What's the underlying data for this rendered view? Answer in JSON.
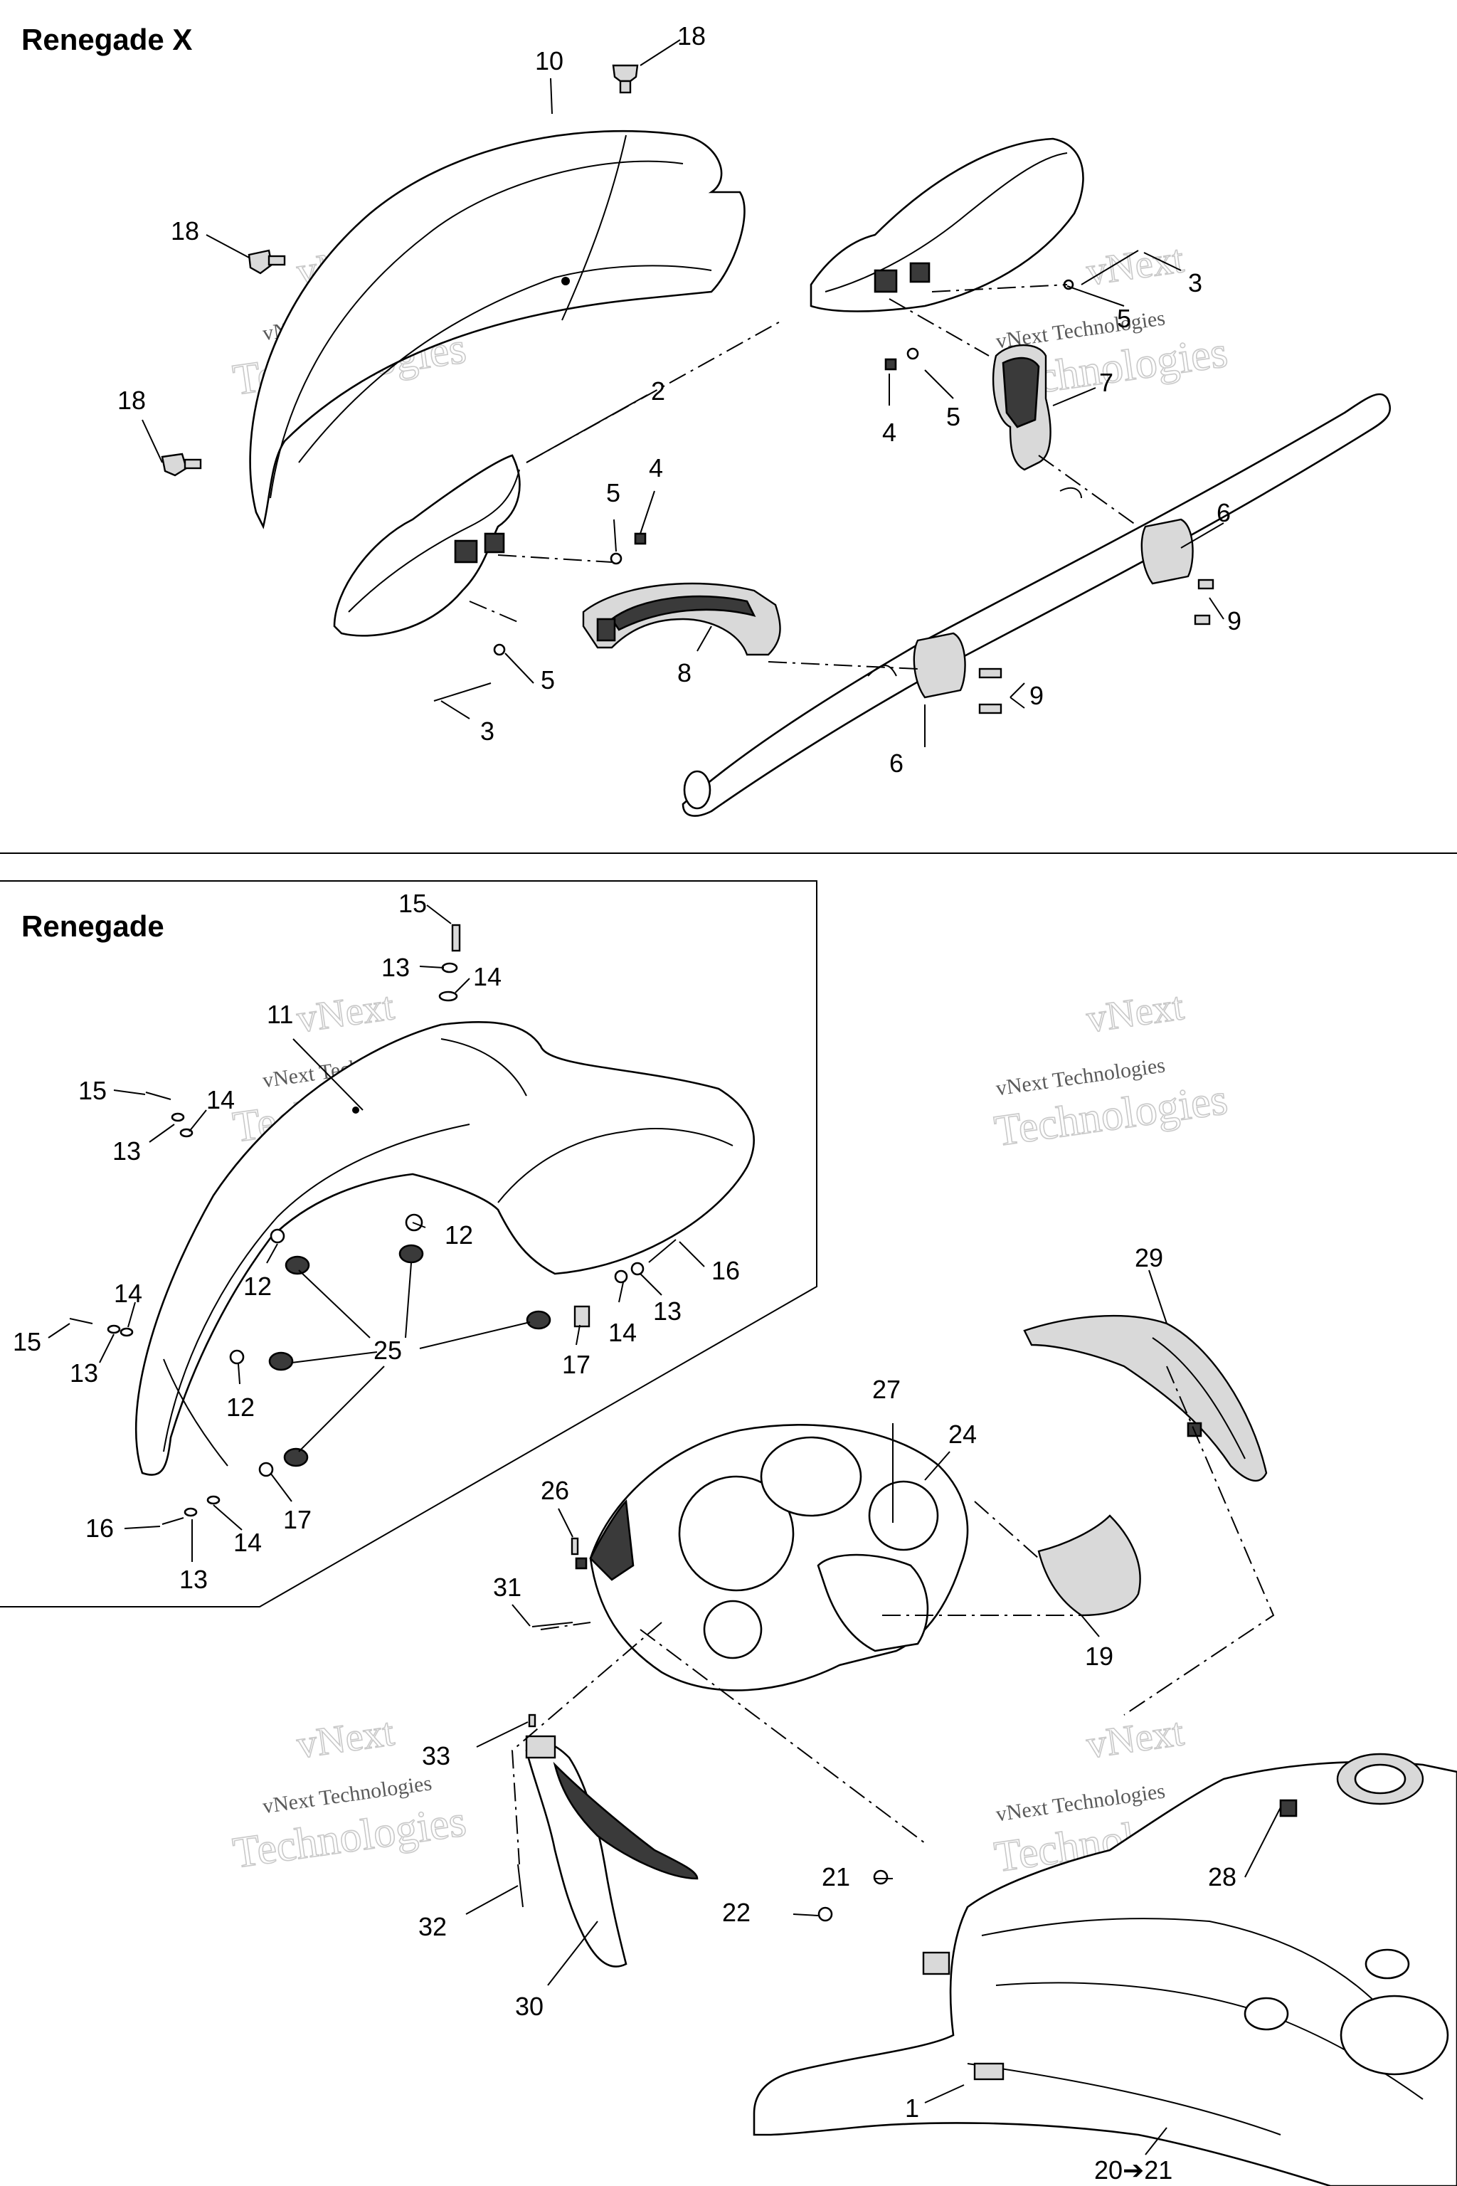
{
  "sections": {
    "renegade_x": {
      "title": "Renegade X"
    },
    "renegade": {
      "title": "Renegade"
    }
  },
  "watermark": {
    "line1": "vNext Technologies",
    "line2": "vNext",
    "line3": "Technologies"
  },
  "callouts": {
    "c18a": "18",
    "c10": "10",
    "c18b": "18",
    "c18c": "18",
    "c2": "2",
    "c3a": "3",
    "c5a": "5",
    "c7": "7",
    "c5b": "5",
    "c4a": "4",
    "c5c": "5",
    "c4b": "4",
    "c6a": "6",
    "c9a": "9",
    "c8": "8",
    "c5d": "5",
    "c3b": "3",
    "c9b": "9",
    "c6b": "6",
    "c15a": "15",
    "c13a": "13",
    "c14a": "14",
    "c11": "11",
    "c15b": "15",
    "c14b": "14",
    "c13b": "13",
    "c12a": "12",
    "c12b": "12",
    "c16a": "16",
    "c13c": "13",
    "c14c": "14",
    "c25": "25",
    "c14d": "14",
    "c15c": "15",
    "c13d": "13",
    "c17a": "17",
    "c12c": "12",
    "c17b": "17",
    "c16b": "16",
    "c14e": "14",
    "c13e": "13",
    "c29": "29",
    "c27": "27",
    "c24": "24",
    "c26": "26",
    "c31": "31",
    "c19": "19",
    "c33": "33",
    "c32": "32",
    "c30": "30",
    "c21": "21",
    "c22": "22",
    "c28": "28",
    "c1": "1",
    "c20_21": "20➔21"
  }
}
